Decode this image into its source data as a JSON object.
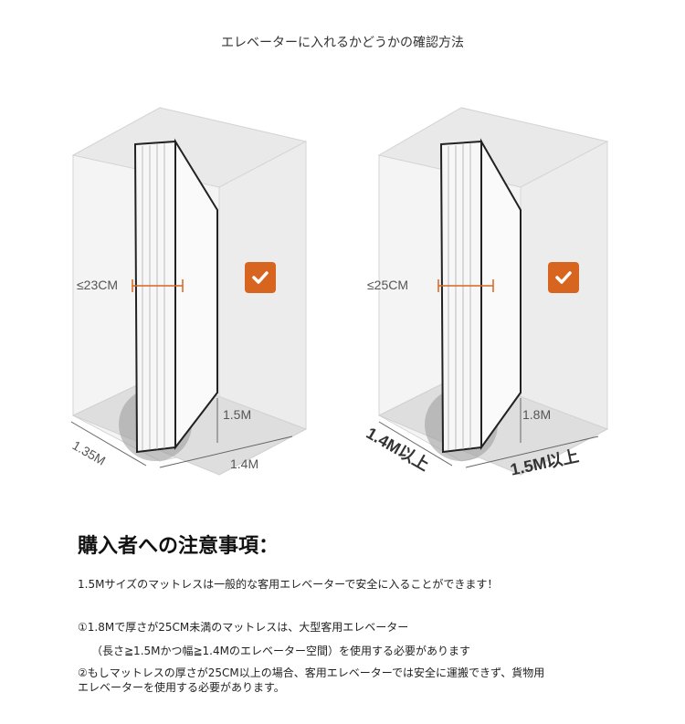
{
  "title": "エレベーターに入れるかどうかの確認方法",
  "colors": {
    "accent": "#d8651f",
    "box_fill": "#efefef",
    "box_edge": "#cfcfcf"
  },
  "left_diagram": {
    "thickness": "≤23CM",
    "width": "1.4M",
    "depth": "1.35M",
    "mattress": "1.5M",
    "badge_icon": "check-icon"
  },
  "right_diagram": {
    "thickness": "≤25CM",
    "width": "1.5M以上",
    "depth": "1.4M以上",
    "mattress": "1.8M",
    "badge_icon": "check-icon"
  },
  "notes": {
    "heading": "購入者への注意事項：",
    "line1": "1.5Mサイズのマットレスは一般的な客用エレベーターで安全に入ることができます！",
    "line2": "①1.8Mで厚さが25CM未満のマットレスは、大型客用エレベーター",
    "line3": "（長さ≧1.5Mかつ幅≧1.4Mのエレベーター空間）を使用する必要があります",
    "line4": "②もしマットレスの厚さが25CM以上の場合、客用エレベーターでは安全に運搬できず、貨物用",
    "line5": "エレベーターを使用する必要があります。"
  }
}
